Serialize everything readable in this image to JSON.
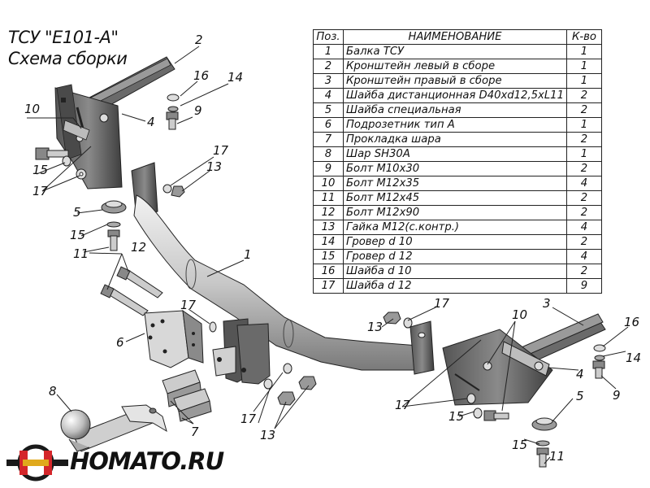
{
  "title": {
    "line1": "ТСУ \"Е101-А\"",
    "line2": "Схема сборки"
  },
  "table": {
    "headers": {
      "pos": "Поз.",
      "name": "НАИМЕНОВАНИЕ",
      "qty": "К-во"
    },
    "rows": [
      {
        "pos": "1",
        "name": "Балка ТСУ",
        "qty": "1"
      },
      {
        "pos": "2",
        "name": "Кронштейн левый в сборе",
        "qty": "1"
      },
      {
        "pos": "3",
        "name": "Кронштейн правый в сборе",
        "qty": "1"
      },
      {
        "pos": "4",
        "name": "Шайба дистанционная D40xd12,5xL11",
        "qty": "2"
      },
      {
        "pos": "5",
        "name": "Шайба специальная",
        "qty": "2"
      },
      {
        "pos": "6",
        "name": "Подрозетник тип А",
        "qty": "1"
      },
      {
        "pos": "7",
        "name": "Прокладка шара",
        "qty": "2"
      },
      {
        "pos": "8",
        "name": "Шар SH30А",
        "qty": "1"
      },
      {
        "pos": "9",
        "name": "Болт М10х30",
        "qty": "2"
      },
      {
        "pos": "10",
        "name": "Болт М12х35",
        "qty": "4"
      },
      {
        "pos": "11",
        "name": "Болт М12х45",
        "qty": "2"
      },
      {
        "pos": "12",
        "name": "Болт М12х90",
        "qty": "2"
      },
      {
        "pos": "13",
        "name": "Гайка М12(с.контр.)",
        "qty": "4"
      },
      {
        "pos": "14",
        "name": "Гровер d 10",
        "qty": "2"
      },
      {
        "pos": "15",
        "name": "Гровер d 12",
        "qty": "4"
      },
      {
        "pos": "16",
        "name": "Шайба d 10",
        "qty": "2"
      },
      {
        "pos": "17",
        "name": "Шайба d 12",
        "qty": "9"
      }
    ]
  },
  "callouts": {
    "c2": "2",
    "c16a": "16",
    "c14a": "14",
    "c10a": "10",
    "c4a": "4",
    "c9a": "9",
    "c15a": "15",
    "c17a": "17",
    "c17b": "17",
    "c13a": "13",
    "c5a": "5",
    "c15b": "15",
    "c11a": "11",
    "c12a": "12",
    "c1": "1",
    "c17c": "17",
    "c6": "6",
    "c13b": "13",
    "c17d": "17",
    "c3": "3",
    "c16b": "16",
    "c10b": "10",
    "c14b": "14",
    "c4b": "4",
    "c9b": "9",
    "c8": "8",
    "c17e": "17",
    "c15c": "15",
    "c5b": "5",
    "c7": "7",
    "c17f": "17",
    "c13c": "13",
    "c15d": "15",
    "c11b": "11"
  },
  "logo": {
    "text": "HOMATO.RU",
    "colors": {
      "ring": "#1a1a1a",
      "accent": "#d4262a",
      "gold": "#e0a91c"
    }
  }
}
